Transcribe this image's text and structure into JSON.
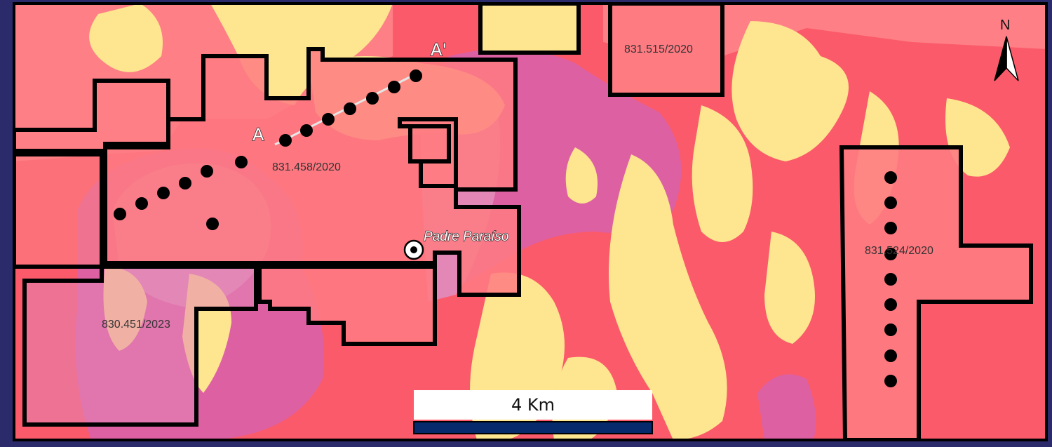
{
  "map": {
    "colors": {
      "frame": "#2b2a6a",
      "granite_red": "#fb5a6a",
      "salmon": "#fe7f86",
      "cream": "#fee58f",
      "magenta": "#dd60a3",
      "light_pink": "#e387b6",
      "claim_fill": "#fe7b82",
      "outline": "#000000"
    },
    "claims": [
      {
        "id": "claim-831-458",
        "label": "831.458/2020"
      },
      {
        "id": "claim-831-515",
        "label": "831.515/2020"
      },
      {
        "id": "claim-831-524",
        "label": "831.524/2020"
      },
      {
        "id": "claim-830-451",
        "label": "830.451/2023"
      }
    ],
    "section": {
      "start_label": "A",
      "end_label": "A'"
    },
    "town": {
      "name": "Padre Paraíso",
      "symbol": "town-marker-icon"
    },
    "scale": {
      "label": "4 Km"
    },
    "north_arrow": {
      "label": "N",
      "icon": "north-arrow-icon"
    },
    "drill_holes": {
      "icon": "drill-hole-icon"
    }
  }
}
